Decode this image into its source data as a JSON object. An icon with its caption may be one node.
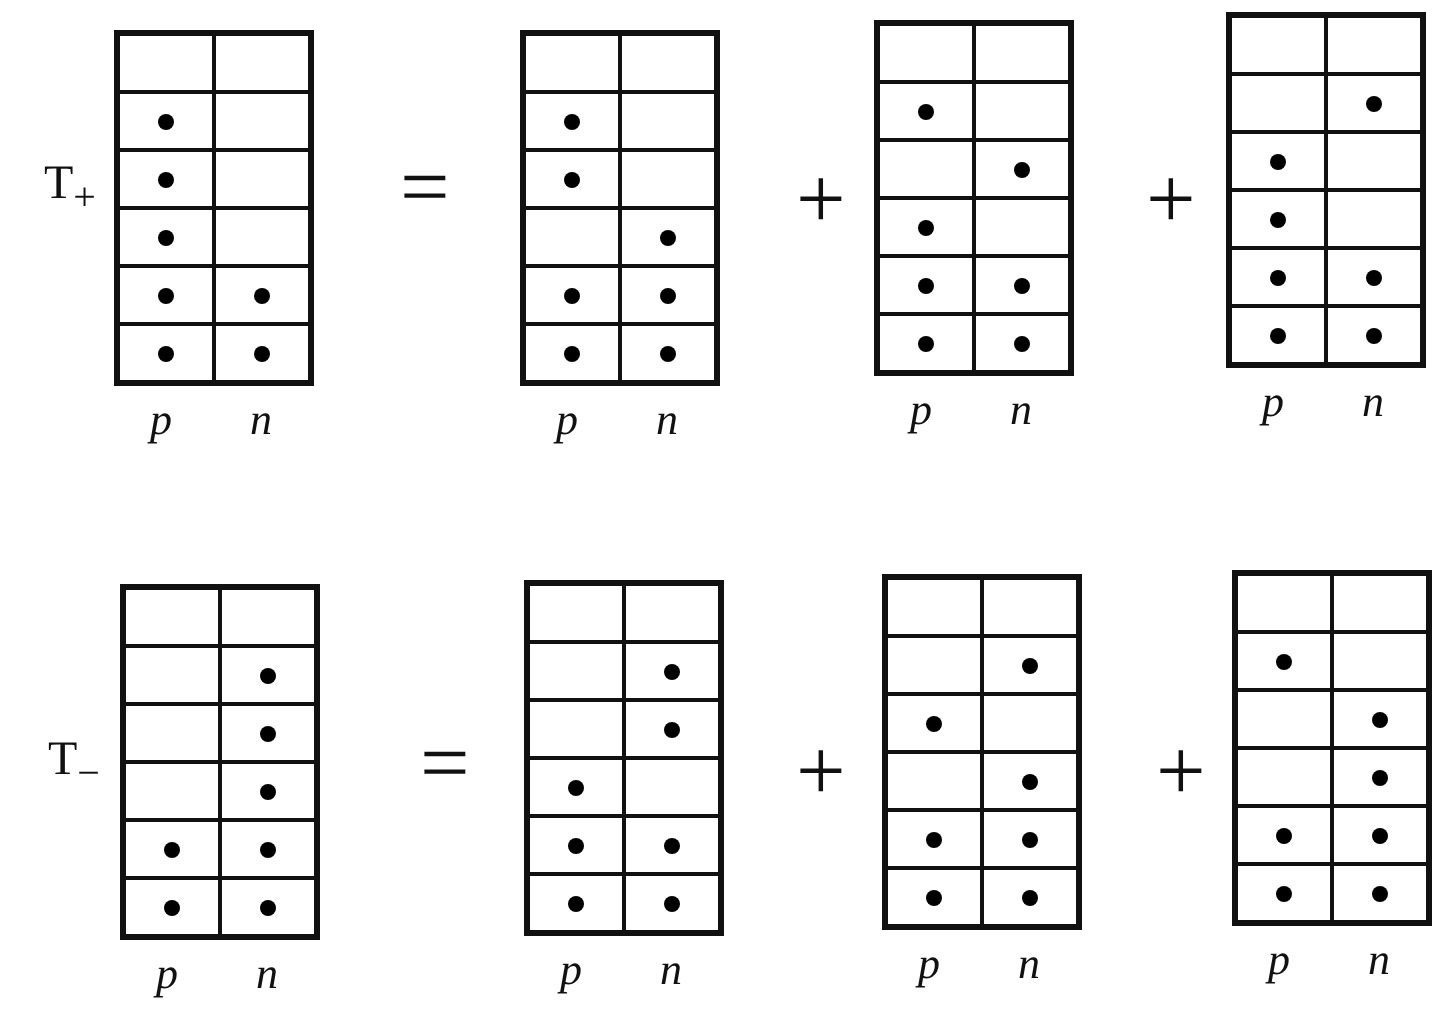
{
  "diagram": {
    "nodes": [
      {
        "text": [],
        "shape": "box",
        "beside": [
          "p",
          "n"
        ]
      },
      {
        "text": [],
        "shape": "box",
        "beside": [
          "p",
          "n"
        ]
      },
      {
        "text": [],
        "shape": "box",
        "beside": [
          "p",
          "n"
        ]
      },
      {
        "text": [],
        "shape": "box",
        "beside": [
          "p",
          "n"
        ]
      },
      {
        "text": [],
        "shape": "box",
        "beside": [
          "p",
          "n"
        ]
      },
      {
        "text": [],
        "shape": "box",
        "beside": [
          "p",
          "n"
        ]
      },
      {
        "text": [],
        "shape": "box",
        "beside": [
          "p",
          "n"
        ]
      },
      {
        "text": [],
        "shape": "box",
        "beside": [
          "p",
          "n"
        ]
      }
    ],
    "edges": [],
    "labels": [
      "T$_{+}$",
      "=",
      "+",
      "+",
      "T$_{−}$",
      "=",
      "+",
      "+"
    ]
  }
}
